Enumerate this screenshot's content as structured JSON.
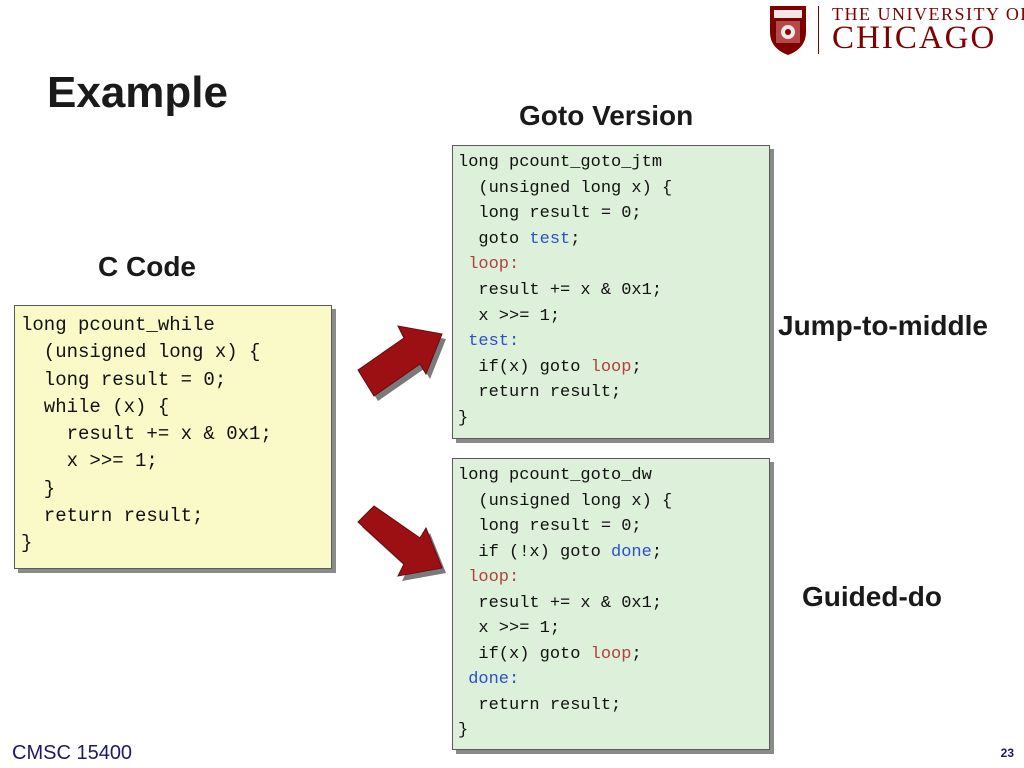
{
  "slide": {
    "title": "Example",
    "labels": {
      "goto_version": "Goto Version",
      "c_code": "C Code",
      "jump_to_middle": "Jump-to-middle",
      "guided_do": "Guided-do"
    },
    "footer": "CMSC 15400",
    "page_number": "23"
  },
  "logo": {
    "top_text": "THE UNIVERSITY OF",
    "main_text": "CHICAGO"
  },
  "code": {
    "c_code": [
      "long pcount_while",
      "  (unsigned long x) {",
      "  long result = 0;",
      "  while (x) {",
      "    result += x & 0x1;",
      "    x >>= 1;",
      "  }",
      "  return result;",
      "}"
    ],
    "jtm": {
      "l1": "long pcount_goto_jtm",
      "l2": "  (unsigned long x) {",
      "l3": "  long result = 0;",
      "l4_pre": "  goto ",
      "l4_kw": "test",
      "l4_post": ";",
      "l5": " loop:",
      "l6": "  result += x & 0x1;",
      "l7": "  x >>= 1;",
      "l8": " test:",
      "l9_pre": "  if(x) goto ",
      "l9_kw": "loop",
      "l9_post": ";",
      "l10": "  return result;",
      "l11": "}"
    },
    "dw": {
      "l1": "long pcount_goto_dw",
      "l2": "  (unsigned long x) {",
      "l3": "  long result = 0;",
      "l4_pre": "  if (!x) goto ",
      "l4_kw": "done",
      "l4_post": ";",
      "l5": " loop:",
      "l6": "  result += x & 0x1;",
      "l7": "  x >>= 1;",
      "l8_pre": "  if(x) goto ",
      "l8_kw": "loop",
      "l8_post": ";",
      "l9": " done:",
      "l10": "  return result;",
      "l11": "}"
    }
  },
  "colors": {
    "c_code_bg": "#fafac8",
    "goto_bg": "#ddf0da",
    "arrow": "#9c1014",
    "label_red": "#b0413e",
    "label_blue": "#2a4fd0",
    "brand_maroon": "#800000"
  }
}
